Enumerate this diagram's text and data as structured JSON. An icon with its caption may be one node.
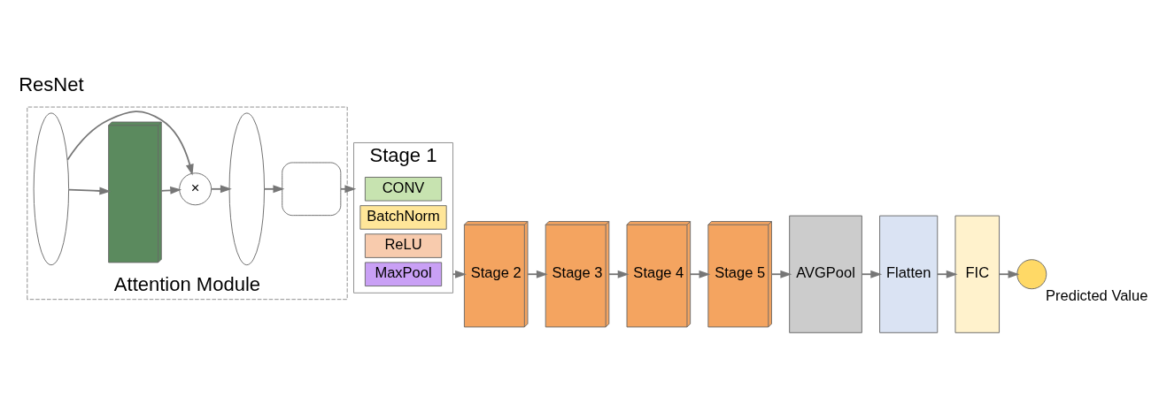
{
  "diagram": {
    "nodes": [
      {
        "text": [
          "Attention Module"
        ]
      },
      {
        "text": [],
        "shape": "ellipse",
        "in": 0
      },
      {
        "text": [],
        "shape": "picture",
        "in": 0
      },
      {
        "text": [
          "×"
        ],
        "in": 0
      },
      {
        "text": [],
        "shape": "ellipse",
        "in": 0
      },
      {
        "text": [],
        "shape": "box",
        "in": 0
      },
      {
        "text": [
          "Stage 1"
        ]
      },
      {
        "text": [
          "CONV"
        ],
        "in": 6
      },
      {
        "text": [
          "BatchNorm"
        ],
        "in": 6
      },
      {
        "text": [
          "ReLU"
        ],
        "in": 6
      },
      {
        "text": [
          "MaxPool"
        ],
        "in": 6
      },
      {
        "text": [
          "Stage 2"
        ]
      },
      {
        "text": [
          "Stage 3"
        ]
      },
      {
        "text": [
          "Stage 4"
        ]
      },
      {
        "text": [
          "Stage 5"
        ]
      },
      {
        "text": [
          "AVGPool"
        ]
      },
      {
        "text": [
          "Flatten"
        ]
      },
      {
        "text": [
          "FIC"
        ]
      },
      {
        "text": [],
        "shape": "circle",
        "beside": [
          "Predicted Value"
        ]
      }
    ],
    "edges": [
      {
        "from": 1,
        "to": 2,
        "arrow": "to"
      },
      {
        "from": 1,
        "to": 3,
        "arrow": "to"
      },
      {
        "from": 2,
        "to": 3,
        "arrow": "to"
      },
      {
        "from": 3,
        "to": 4,
        "arrow": "to"
      },
      {
        "from": 4,
        "to": 5,
        "arrow": "to"
      },
      {
        "from": 5,
        "to": 6,
        "arrow": "to"
      },
      {
        "from": 6,
        "to": 11,
        "arrow": "to"
      },
      {
        "from": 11,
        "to": 12,
        "arrow": "to"
      },
      {
        "from": 12,
        "to": 13,
        "arrow": "to"
      },
      {
        "from": 13,
        "to": 14,
        "arrow": "to"
      },
      {
        "from": 14,
        "to": 15,
        "arrow": "to"
      },
      {
        "from": 15,
        "to": 16,
        "arrow": "to"
      },
      {
        "from": 16,
        "to": 17,
        "arrow": "to"
      },
      {
        "from": 17,
        "to": 18,
        "arrow": "to"
      }
    ],
    "labels": [
      "ResNet"
    ]
  }
}
